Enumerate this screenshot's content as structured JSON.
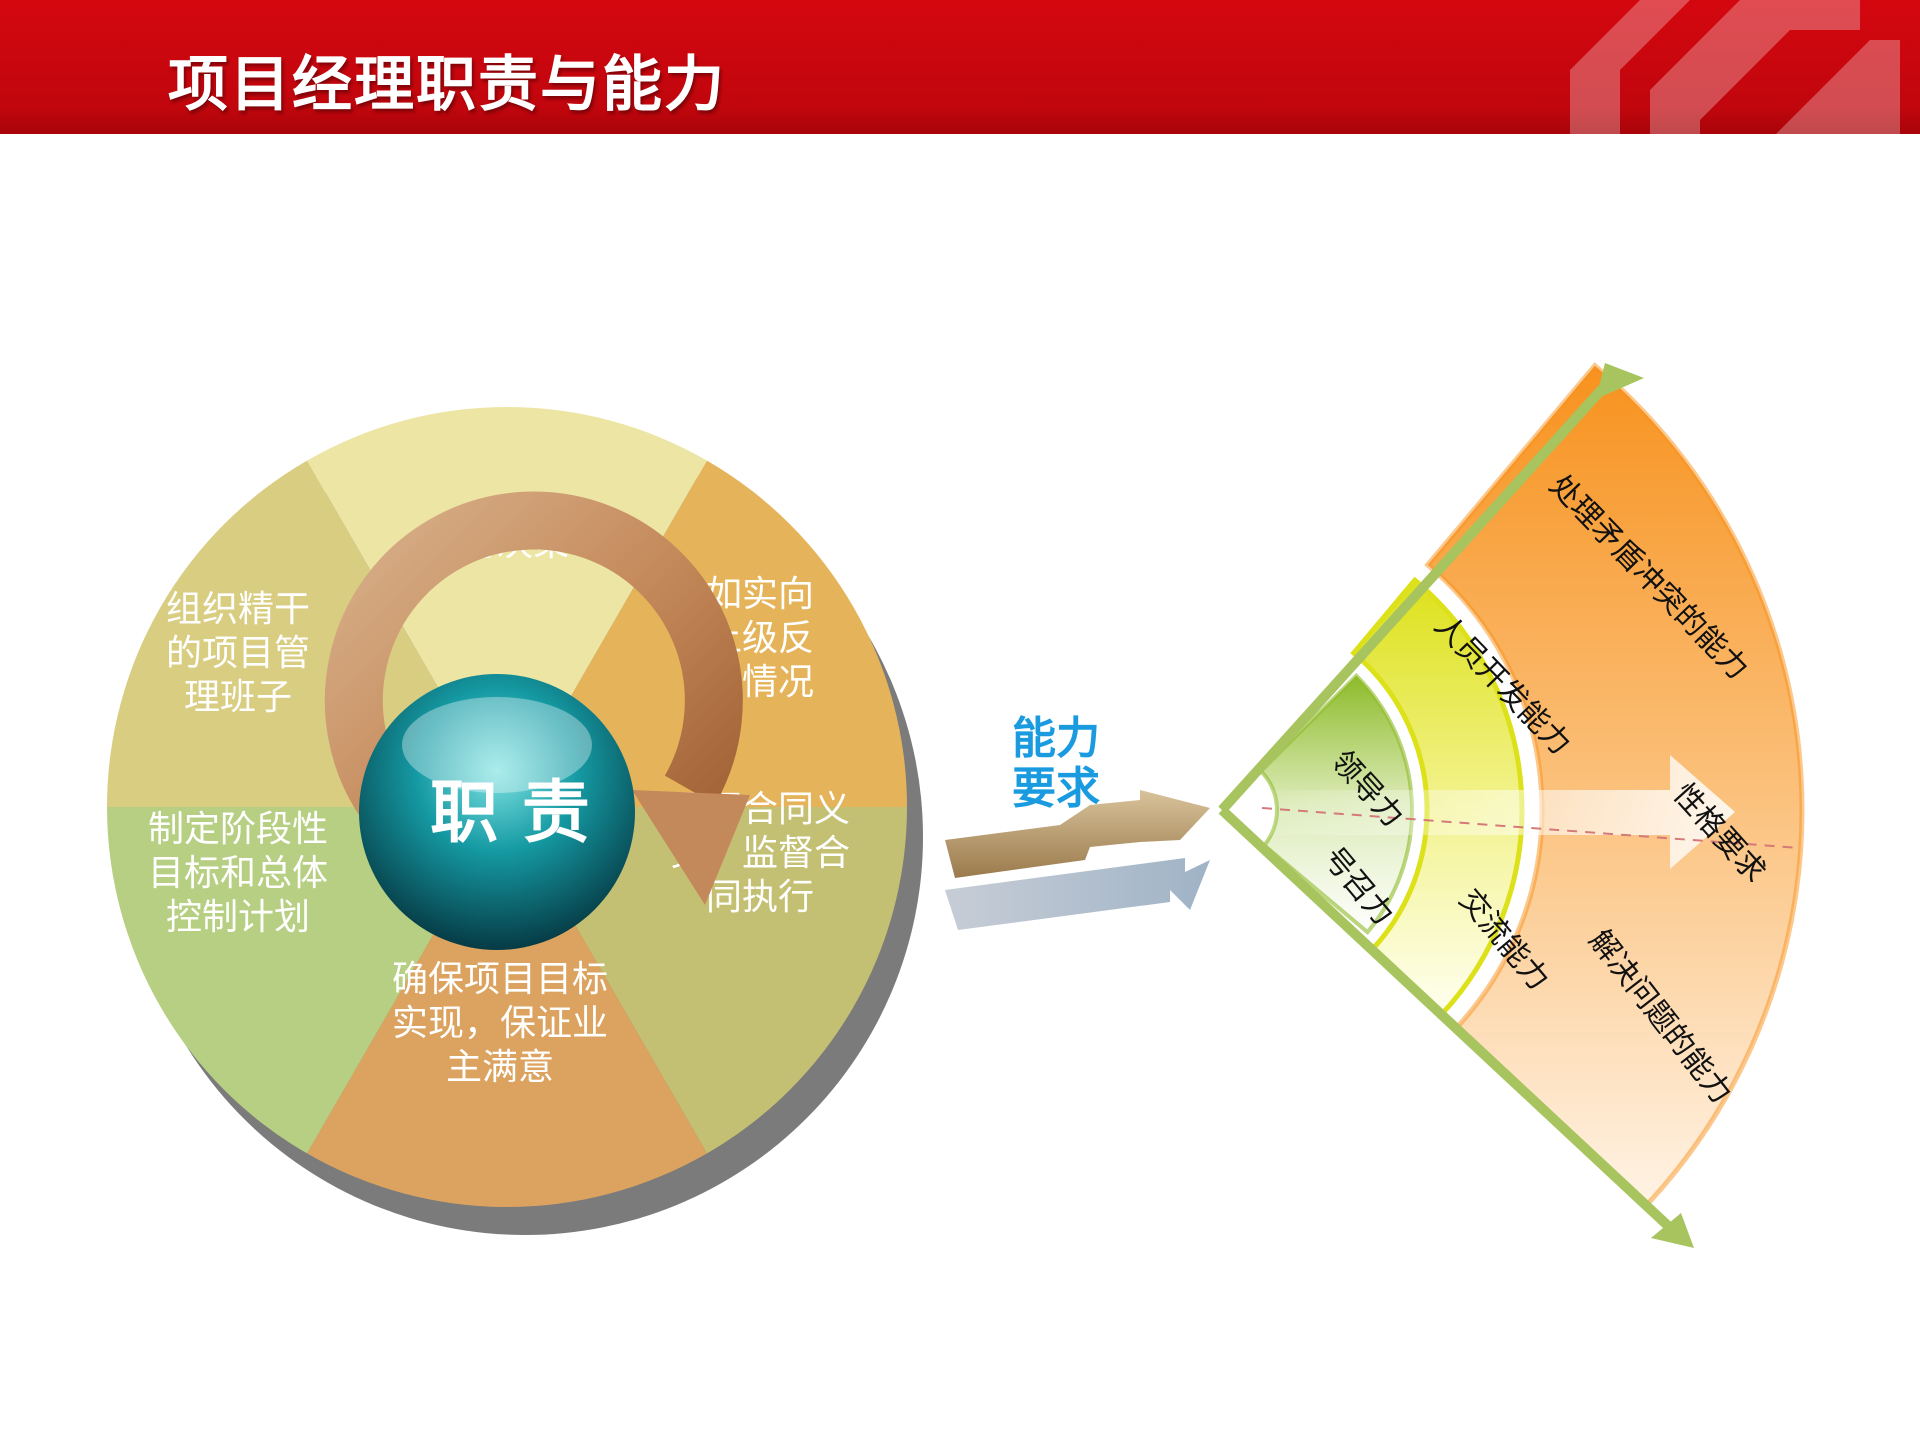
{
  "header": {
    "title": "项目经理职责与能力"
  },
  "left_diagram": {
    "center_label": "职 责",
    "segments": [
      {
        "lines": [
          "及时决策"
        ],
        "color": "#ede5a4"
      },
      {
        "lines": [
          "如实向",
          "上级反",
          "映情况"
        ],
        "color": "#e5b45a"
      },
      {
        "lines": [
          "履行合同义",
          "务，监督合",
          "同执行"
        ],
        "color": "#c4c073"
      },
      {
        "lines": [
          "确保项目目标",
          "实现，保证业",
          "主满意"
        ],
        "color": "#dba35f"
      },
      {
        "lines": [
          "制定阶段性",
          "目标和总体",
          "控制计划"
        ],
        "color": "#b7cf83"
      },
      {
        "lines": [
          "组织精干",
          "的项目管",
          "理班子"
        ],
        "color": "#d9cd82"
      }
    ]
  },
  "arrow": {
    "lines": [
      "能力",
      "要求"
    ]
  },
  "right_diagram": {
    "inner_band": [
      "领导力",
      "号召力"
    ],
    "middle_band": [
      "人员开发能力",
      "交流能力"
    ],
    "outer_band": [
      "处理矛盾冲突的能力",
      "解决问题的能力"
    ],
    "axis_label": "性格要求",
    "colors": {
      "inner": "#8dbb2a",
      "middle": "#dde11a",
      "outer": "#f7921e",
      "frame": "#a7c45e"
    }
  }
}
